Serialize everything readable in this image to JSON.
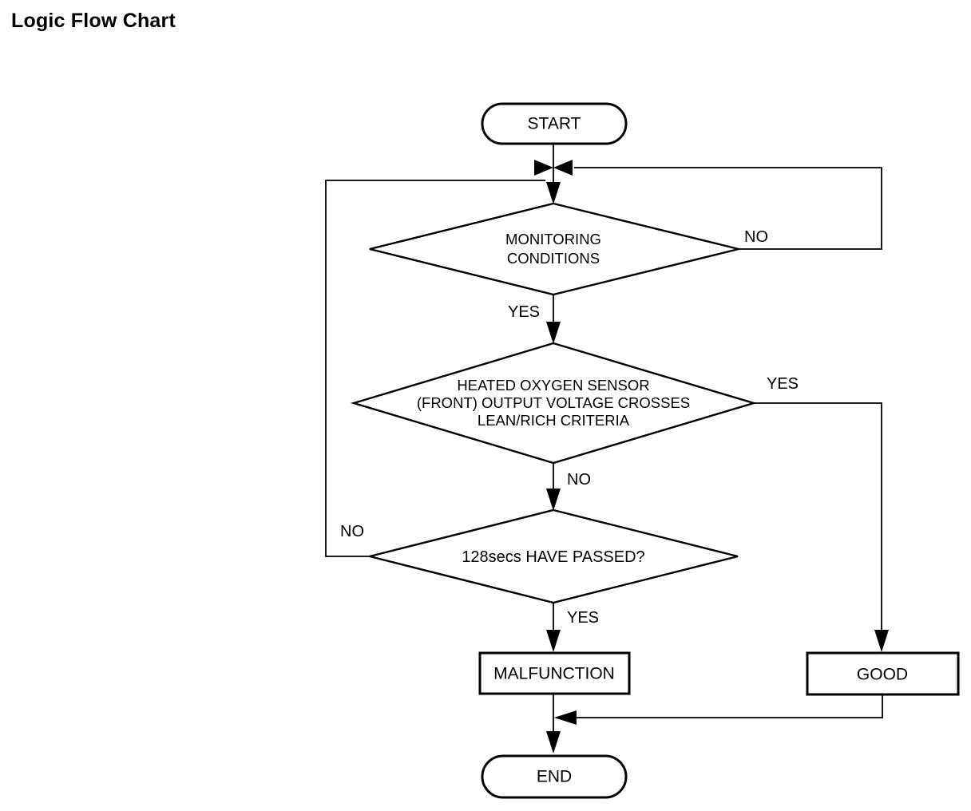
{
  "page": {
    "title": "Logic Flow Chart",
    "background_color": "#ffffff",
    "line_color": "#000000"
  },
  "chart_data": {
    "type": "diagram",
    "diagram_kind": "flowchart",
    "title": "Logic Flow Chart",
    "nodes": [
      {
        "id": "start",
        "shape": "terminator",
        "label": "START"
      },
      {
        "id": "monitoring",
        "shape": "decision",
        "label_lines": [
          "MONITORING",
          "CONDITIONS"
        ]
      },
      {
        "id": "sensor",
        "shape": "decision",
        "label_lines": [
          "HEATED OXYGEN SENSOR",
          "(FRONT) OUTPUT VOLTAGE CROSSES",
          "LEAN/RICH CRITERIA"
        ]
      },
      {
        "id": "timer",
        "shape": "decision",
        "label_lines": [
          "128secs HAVE PASSED?"
        ]
      },
      {
        "id": "malfunction",
        "shape": "process",
        "label": "MALFUNCTION"
      },
      {
        "id": "good",
        "shape": "process",
        "label": "GOOD"
      },
      {
        "id": "end",
        "shape": "terminator",
        "label": "END"
      }
    ],
    "edges": [
      {
        "from": "start",
        "to": "monitoring",
        "label": ""
      },
      {
        "from": "monitoring",
        "to": "monitoring",
        "label": "NO",
        "note": "loops right and back to junction above the diamond"
      },
      {
        "from": "monitoring",
        "to": "sensor",
        "label": "YES"
      },
      {
        "from": "sensor",
        "to": "good",
        "label": "YES",
        "note": "exits right, down to GOOD"
      },
      {
        "from": "sensor",
        "to": "timer",
        "label": "NO"
      },
      {
        "from": "timer",
        "to": "monitoring",
        "label": "NO",
        "note": "exits left, up and back to junction above the MONITORING diamond"
      },
      {
        "from": "timer",
        "to": "malfunction",
        "label": "YES"
      },
      {
        "from": "malfunction",
        "to": "end",
        "label": ""
      },
      {
        "from": "good",
        "to": "end",
        "label": "",
        "note": "down and left into the MALFUNCTION-to-END line"
      }
    ]
  },
  "labels": {
    "start": "START",
    "end": "END",
    "malfunction": "MALFUNCTION",
    "good": "GOOD",
    "monitoring_line1": "MONITORING",
    "monitoring_line2": "CONDITIONS",
    "sensor_line1": "HEATED OXYGEN SENSOR",
    "sensor_line2": "(FRONT) OUTPUT VOLTAGE CROSSES",
    "sensor_line3": "LEAN/RICH CRITERIA",
    "timer": "128secs HAVE PASSED?",
    "monitoring_no": "NO",
    "monitoring_yes": "YES",
    "sensor_yes": "YES",
    "sensor_no": "NO",
    "timer_no": "NO",
    "timer_yes": "YES"
  }
}
